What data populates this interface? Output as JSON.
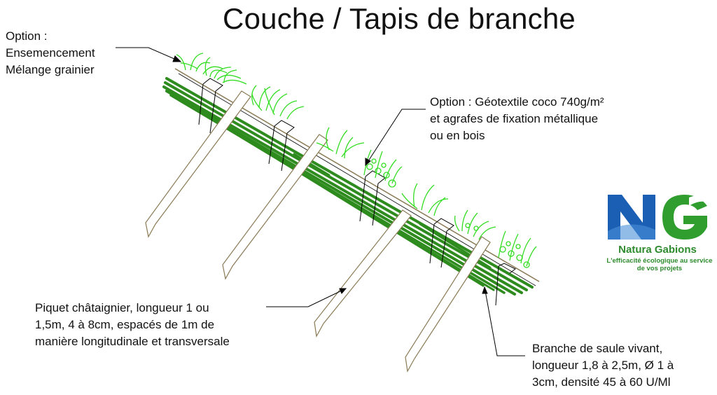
{
  "title": "Couche / Tapis de branche",
  "labels": {
    "seeding": [
      "Option :",
      "Ensemencement",
      "Mélange grainier"
    ],
    "geotextile": [
      "Option : Géotextile coco 740g/m²",
      "et agrafes de fixation métallique",
      "ou en bois"
    ],
    "stake": [
      "Piquet châtaignier, longueur 1 ou",
      "1,5m,  4 à 8cm, espacés de 1m de",
      "manière longitudinale et transversale"
    ],
    "willow": [
      "Branche de saule vivant,",
      "longueur 1,8 à 2,5m, Ø 1 à",
      "3cm, densité 45 à 60 U/Ml"
    ]
  },
  "logo": {
    "monogram": "NG",
    "brand": "Natura Gabions",
    "tagline": "L'efficacité écologique au service de vos projets",
    "colors": {
      "blue": "#1a5fb4",
      "green": "#2f9e2f"
    }
  },
  "colors": {
    "branch": "#2e8b1e",
    "plant": "#33dd22",
    "stake": "#8a7a55"
  },
  "icons": [
    "grass-plant-icon",
    "seedling-cluster-icon",
    "stake-icon",
    "staple-icon"
  ]
}
